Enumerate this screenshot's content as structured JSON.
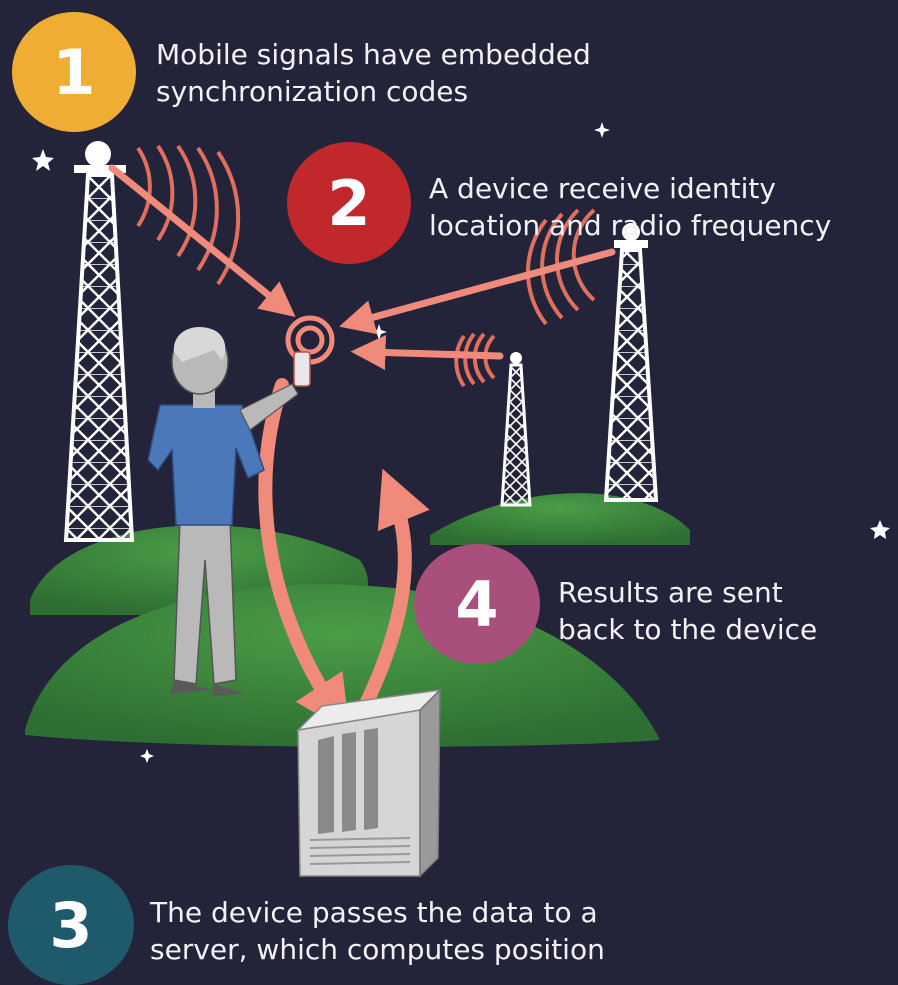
{
  "steps": [
    {
      "number": "1",
      "line1": "Mobile signals have embedded",
      "line2": "synchronization codes",
      "color": "#f0ad33"
    },
    {
      "number": "2",
      "line1": "A device receive identity",
      "line2": "location and radio frequency",
      "color": "#c0282c"
    },
    {
      "number": "3",
      "line1": "The device passes the data to a",
      "line2": "server, which computes position",
      "color": "#1e5a6c"
    },
    {
      "number": "4",
      "line1": "Results are sent",
      "line2": "back to the device",
      "color": "#a84f7c"
    }
  ],
  "colors": {
    "background": "#232439",
    "hill": "#3f8f3e",
    "signal": "#f08a7a",
    "tower": "#ffffff",
    "shirt": "#4a78b8"
  }
}
